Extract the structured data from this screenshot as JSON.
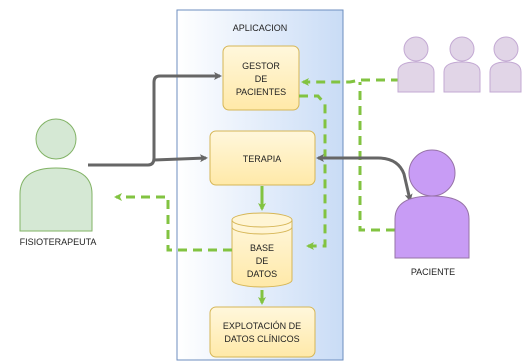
{
  "container": {
    "title": "APLICACION"
  },
  "nodes": {
    "gestor": {
      "lines": [
        "GESTOR",
        "DE",
        "PACIENTES"
      ]
    },
    "terapia": {
      "lines": [
        "TERAPIA"
      ]
    },
    "base_datos": {
      "lines": [
        "BASE",
        "DE",
        "DATOS"
      ]
    },
    "explotacion": {
      "lines": [
        "EXPLOTACIÓN DE",
        "DATOS CLÍNICOS"
      ]
    }
  },
  "actors": {
    "fisioterapeuta": {
      "label": "FISIOTERAPEUTA",
      "color": "#d5e8d4",
      "stroke": "#82b366"
    },
    "paciente": {
      "label": "PACIENTE",
      "color": "#c89cf5",
      "stroke": "#9673a6"
    },
    "paciente_group": {
      "count": 3,
      "color": "#e1d5e7"
    }
  },
  "colors": {
    "container_fill": "#dae8fc",
    "container_stroke": "#6c8ebf",
    "box_fill": "#fff2cc",
    "box_stroke": "#d6b656",
    "flow_dark": "#666666",
    "flow_green": "#82c341"
  }
}
